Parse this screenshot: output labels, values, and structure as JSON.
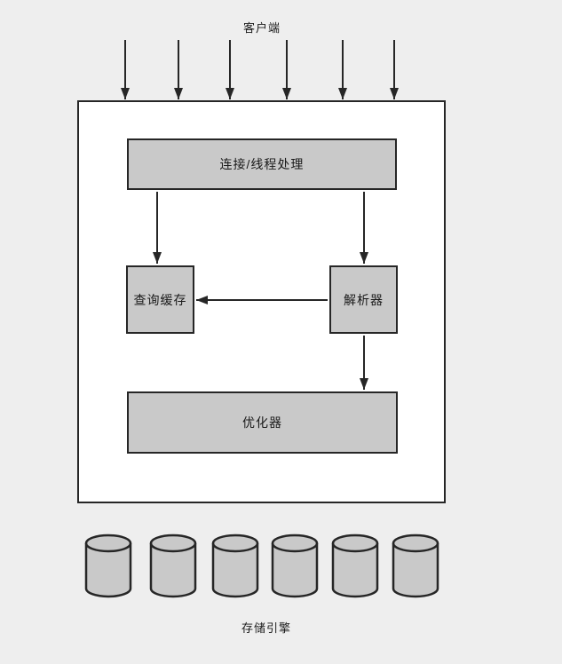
{
  "colors": {
    "background": "#eeeeee",
    "server_box_fill": "#ffffff",
    "node_fill": "#c9c9c9",
    "border": "#262626",
    "text": "#1a1a1a"
  },
  "diagram": {
    "client_label": "客户端",
    "storage_label": "存储引擎",
    "nodes": {
      "connection_thread": {
        "label": "连接/线程处理"
      },
      "query_cache": {
        "label": "查询缓存"
      },
      "parser": {
        "label": "解析器"
      },
      "optimizer": {
        "label": "优化器"
      }
    },
    "edges": [
      {
        "from": "client",
        "to": "connection_thread",
        "count": 6
      },
      {
        "from": "connection_thread",
        "to": "query_cache"
      },
      {
        "from": "connection_thread",
        "to": "parser"
      },
      {
        "from": "parser",
        "to": "query_cache"
      },
      {
        "from": "parser",
        "to": "optimizer"
      }
    ],
    "client_arrows_x": [
      141,
      201,
      259,
      323,
      386,
      444
    ],
    "client_arrows_y": {
      "start": 45,
      "end": 112
    },
    "storage_cylinders_x": [
      122,
      195,
      265,
      332,
      400,
      468
    ],
    "storage_cylinder_count": 6
  }
}
